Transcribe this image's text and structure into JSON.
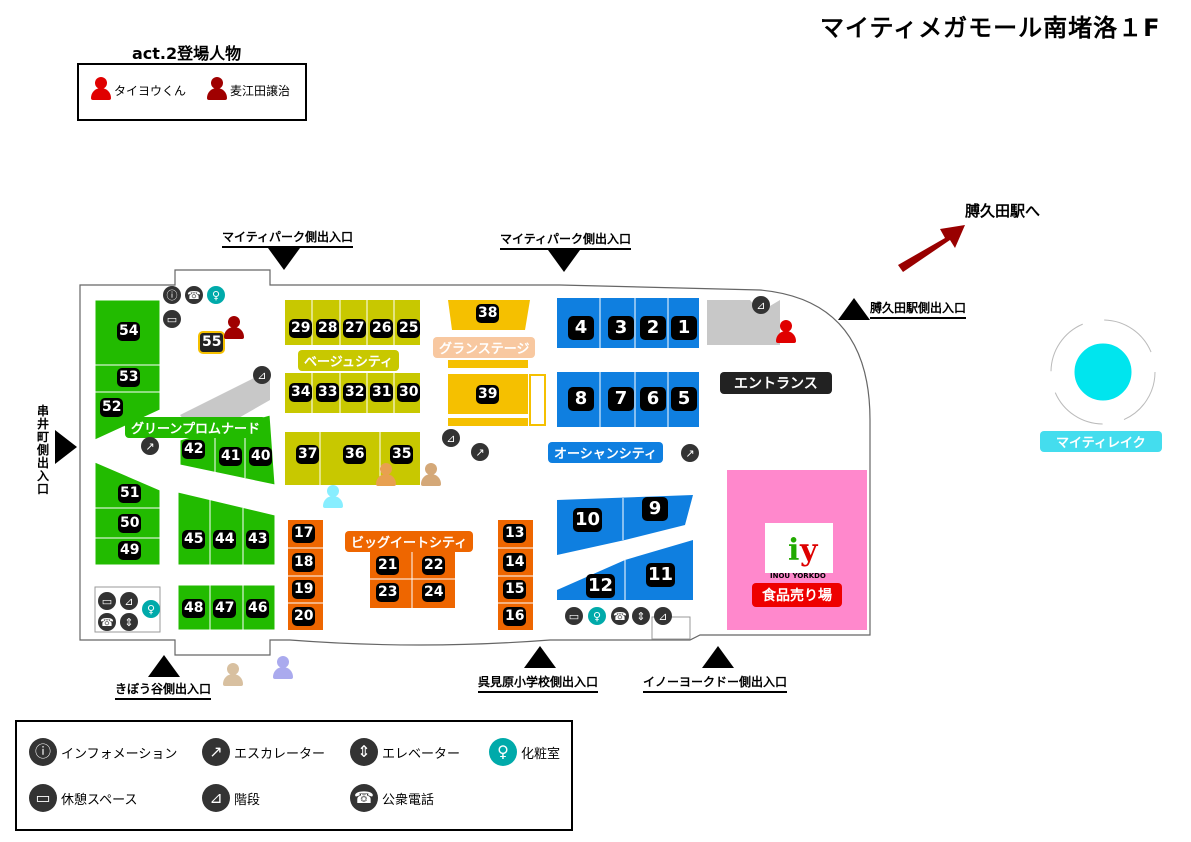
{
  "title": "マイティメガモール南堵洛１F",
  "cast": {
    "title": "act.2登場人物",
    "members": [
      {
        "name": "タイヨウくん",
        "color": "#e00000"
      },
      {
        "name": "麦江田譲治",
        "color": "#a00000"
      }
    ]
  },
  "exits": {
    "park_left": "マイティパーク側出入口",
    "park_right": "マイティパーク側出入口",
    "station": "膊久田駅側出入口",
    "station_arrow": "膊久田駅へ",
    "kushii": [
      "串",
      "井",
      "町",
      "側",
      "出",
      "入",
      "口"
    ],
    "kibou": "きぼう谷側出入口",
    "kuremi": "呉見原小学校側出入口",
    "inoue": "イノーヨークドー側出入口"
  },
  "areas": {
    "beige": "ベージュシティ",
    "grand": "グランステージ",
    "green": "グリーンプロムナード",
    "ocean": "オーシャンシティ",
    "bigeat": "ビッグイートシティ",
    "entrance": "エントランス",
    "lake": "マイティレイク",
    "food": "食品売り場",
    "logo": "INOU YORKDO"
  },
  "shops": {
    "s1": "1",
    "s2": "2",
    "s3": "3",
    "s4": "4",
    "s5": "5",
    "s6": "6",
    "s7": "7",
    "s8": "8",
    "s9": "9",
    "s10": "10",
    "s11": "11",
    "s12": "12",
    "s13": "13",
    "s14": "14",
    "s15": "15",
    "s16": "16",
    "s17": "17",
    "s18": "18",
    "s19": "19",
    "s20": "20",
    "s21": "21",
    "s22": "22",
    "s23": "23",
    "s24": "24",
    "s25": "25",
    "s26": "26",
    "s27": "27",
    "s28": "28",
    "s29": "29",
    "s30": "30",
    "s31": "31",
    "s32": "32",
    "s33": "33",
    "s34": "34",
    "s35": "35",
    "s36": "36",
    "s37": "37",
    "s38": "38",
    "s39": "39",
    "s40": "40",
    "s41": "41",
    "s42": "42",
    "s43": "43",
    "s44": "44",
    "s45": "45",
    "s46": "46",
    "s47": "47",
    "s48": "48",
    "s49": "49",
    "s50": "50",
    "s51": "51",
    "s52": "52",
    "s53": "53",
    "s54": "54",
    "s55": "55"
  },
  "legend": {
    "info": "インフォメーション",
    "escalator": "エスカレーター",
    "elevator": "エレベーター",
    "restroom": "化粧室",
    "rest": "休憩スペース",
    "stairs": "階段",
    "phone": "公衆電話"
  },
  "colors": {
    "green": "#22bb00",
    "olive": "#c8c800",
    "blue": "#0f7fe0",
    "orange": "#ee6600",
    "yellow": "#f5c000",
    "pink": "#ff88cc",
    "cyan": "#00e5ee",
    "gray": "#c8c8c8"
  }
}
